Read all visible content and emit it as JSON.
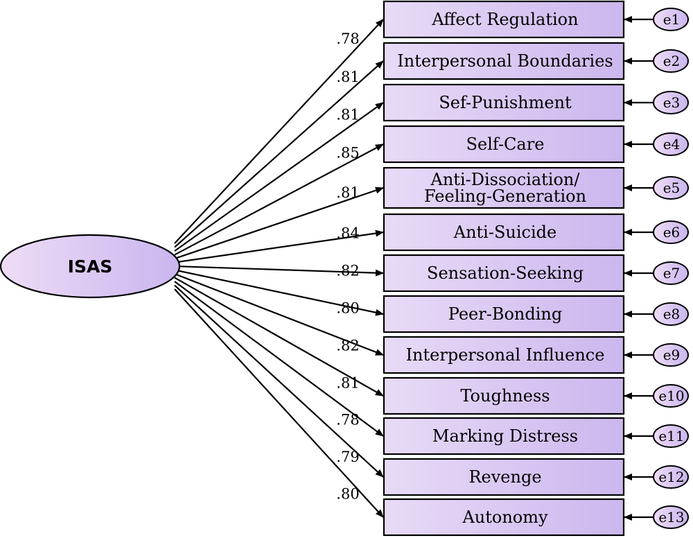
{
  "latent": {
    "label": "ISAS",
    "fill_start": "#eedcf7",
    "fill_end": "#c9b6ee"
  },
  "box_fill_start": "#e8dbf7",
  "box_fill_end": "#cbb7ee",
  "stroke_color": "#000000",
  "indicators": [
    {
      "lines": [
        "Affect Regulation"
      ],
      "loading": ".78",
      "error": "e1"
    },
    {
      "lines": [
        "Interpersonal Boundaries"
      ],
      "loading": ".81",
      "error": "e2"
    },
    {
      "lines": [
        "Sef-Punishment"
      ],
      "loading": ".81",
      "error": "e3"
    },
    {
      "lines": [
        "Self-Care"
      ],
      "loading": ".85",
      "error": "e4"
    },
    {
      "lines": [
        "Anti-Dissociation/",
        "Feeling-Generation"
      ],
      "loading": ".81",
      "error": "e5"
    },
    {
      "lines": [
        "Anti-Suicide"
      ],
      "loading": ".84",
      "error": "e6"
    },
    {
      "lines": [
        "Sensation-Seeking"
      ],
      "loading": ".82",
      "error": "e7"
    },
    {
      "lines": [
        "Peer-Bonding"
      ],
      "loading": ".80",
      "error": "e8"
    },
    {
      "lines": [
        "Interpersonal Influence"
      ],
      "loading": ".82",
      "error": "e9"
    },
    {
      "lines": [
        "Toughness"
      ],
      "loading": ".81",
      "error": "e10"
    },
    {
      "lines": [
        "Marking Distress"
      ],
      "loading": ".78",
      "error": "e11"
    },
    {
      "lines": [
        "Revenge"
      ],
      "loading": ".79",
      "error": "e12"
    },
    {
      "lines": [
        "Autonomy"
      ],
      "loading": ".80",
      "error": "e13"
    }
  ]
}
